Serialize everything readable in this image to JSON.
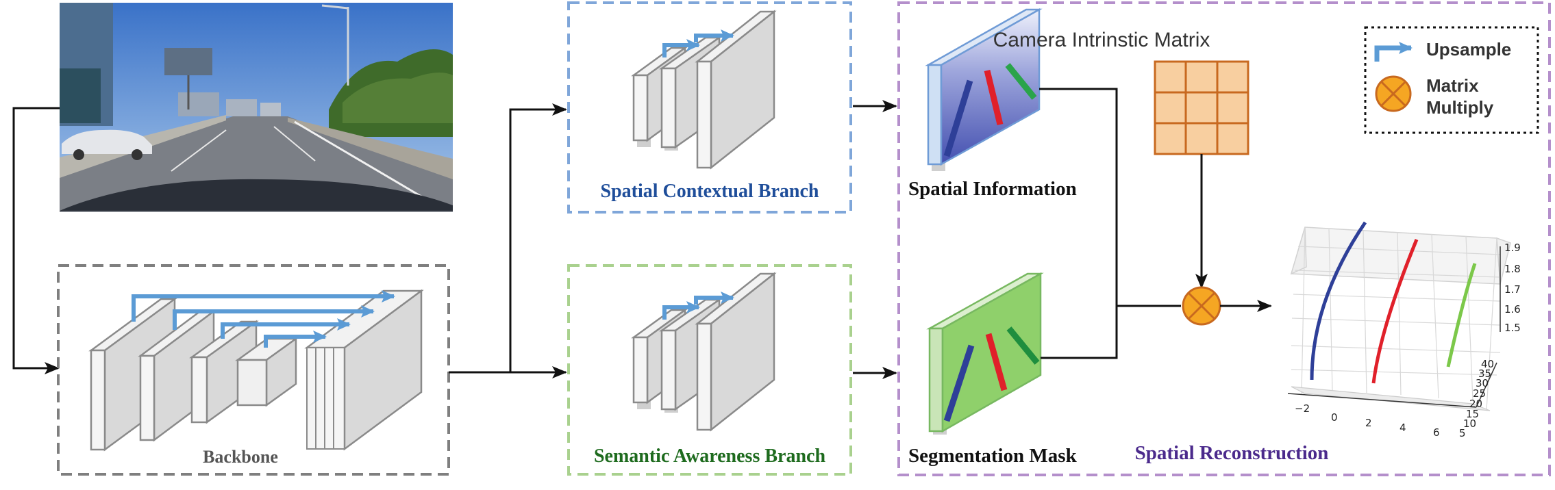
{
  "labels": {
    "backbone": "Backbone",
    "spatial_branch": "Spatial Contextual Branch",
    "semantic_branch": "Semantic Awareness Branch",
    "spatial_information": "Spatial Information",
    "segmentation_mask": "Segmentation Mask",
    "spatial_reconstruction": "Spatial Reconstruction",
    "camera_matrix": "Camera Intrinstic Matrix"
  },
  "legend": {
    "upsample": "Upsample",
    "matrix_line1": "Matrix",
    "matrix_line2": "Multiply"
  },
  "colors": {
    "upsample_arrow": "#5b9bd5",
    "backbone_box": "#7f7f7f",
    "spatial_box": "#7fa6d9",
    "semantic_box": "#a9d18e",
    "reconstruction_box": "#b48fcb",
    "spatial_text": "#1f4e9a",
    "semantic_text": "#1e6b1e",
    "reconstruction_text": "#4b2a8c",
    "matrix_fill": "#f8cfa0",
    "matrix_stroke": "#c8691f",
    "multiply_fill": "#f5a623",
    "lane_blue": "#2e3f98",
    "lane_red": "#e0202a",
    "lane_green": "#2aa44a",
    "lane_green_light": "#7cc84a"
  },
  "chart_data": {
    "type": "line3d",
    "x_ticks": [
      "−2",
      "0",
      "2",
      "4",
      "6"
    ],
    "y_ticks": [
      "5",
      "10",
      "15",
      "20",
      "25",
      "30",
      "35",
      "40"
    ],
    "z_ticks": [
      "1.5",
      "1.6",
      "1.7",
      "1.8",
      "1.9"
    ]
  }
}
